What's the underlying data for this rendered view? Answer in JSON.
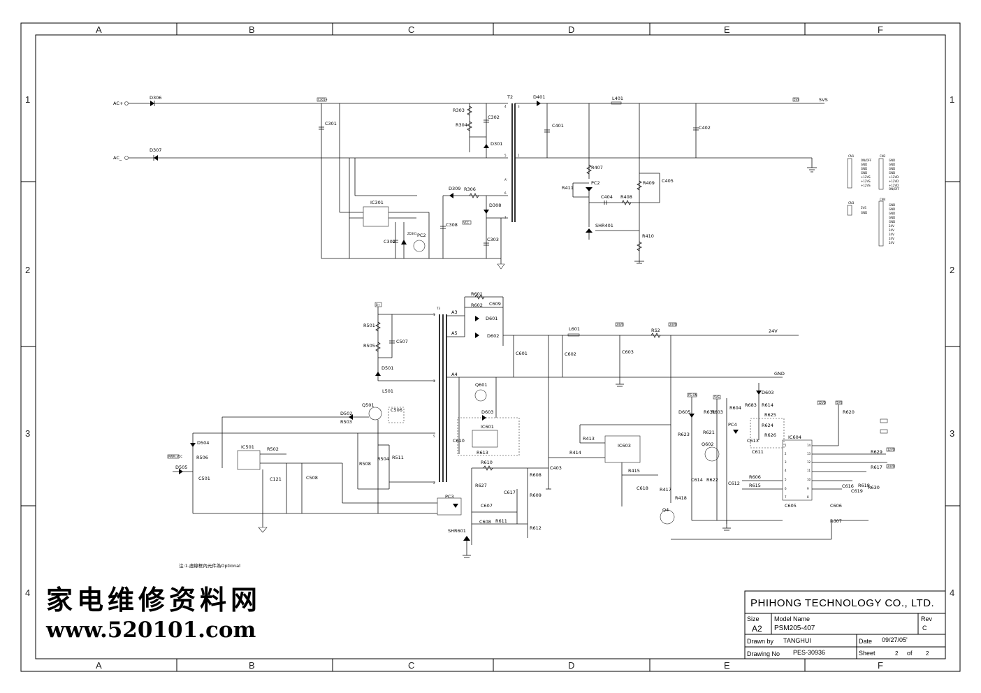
{
  "grid": {
    "columns": [
      "A",
      "B",
      "C",
      "D",
      "E",
      "F"
    ],
    "rows": [
      "1",
      "2",
      "3",
      "4"
    ]
  },
  "connectors": {
    "acplus": "AC+",
    "acminus": "AC_",
    "v5": "5VS",
    "v24": "24V",
    "gnd": "GND"
  },
  "note": "注:1.虛線框內元件為Optional",
  "title_block": {
    "company": "PHIHONG TECHNOLOGY CO., LTD.",
    "size_label": "Size",
    "size_value": "A2",
    "model_label": "Model Name",
    "model_value": "PSM205-407",
    "rev_label": "Rev",
    "rev_value": "C",
    "drawn_label": "Drawn by",
    "drawn_value": "TANGHUI",
    "date_label": "Date",
    "date_value": "09/27/05'",
    "drawing_label": "Drawing No",
    "drawing_value": "PES-30936",
    "sheet_label": "Sheet",
    "sheet_value": "2",
    "of_label": "of",
    "sheet_total": "2"
  },
  "watermark": {
    "chinese": "家电维修资料网",
    "url": "www.520101.com"
  },
  "components": {
    "D306": "D306",
    "D307": "D307",
    "C301": "C301",
    "C301p": "C301+",
    "R303": "R303",
    "R304": "R304",
    "C302": "C302",
    "D301": "D301",
    "T2": "T2",
    "D401": "D401",
    "C401": "C401",
    "L401": "L401",
    "C402": "C402",
    "R407": "R407",
    "PC2a": "PC2",
    "R411": "R411",
    "C404": "C404",
    "R408": "R408",
    "R409": "R409",
    "C405": "C405",
    "SHR401": "SHR401",
    "R410": "R410",
    "IC301": "IC301",
    "D309": "D309",
    "R306": "R306",
    "D308": "D308",
    "C308": "C308",
    "C309": "C309",
    "ZD301": "ZD301",
    "PC2b": "PC2",
    "C303": "C303",
    "VCC": "VCC",
    "R601": "R601",
    "R602": "R602",
    "C609": "C609",
    "D601": "D601",
    "D602": "D602",
    "L601": "L601",
    "RS2": "RS2",
    "C601": "C601",
    "C602": "C602",
    "C603": "C603",
    "Q601": "Q601",
    "D603": "D603",
    "IC601": "IC601",
    "C610": "C610",
    "R613": "R613",
    "R610": "R610",
    "R627": "R627",
    "C607": "C607",
    "C608": "C608",
    "R611": "R611",
    "SHR601": "SHR601",
    "R608": "R608",
    "R609": "R609",
    "R612": "R612",
    "C617": "C617",
    "C403": "C403",
    "R413": "R413",
    "R414": "R414",
    "IC603": "IC603",
    "R415": "R415",
    "C618": "C618",
    "R417": "R417",
    "R418": "R418",
    "Q4": "Q4",
    "PC3": "PC3",
    "R501": "R501",
    "R505": "R505",
    "C507": "C507",
    "D501": "D501",
    "L501": "L501",
    "Q501": "Q501",
    "C506": "C506",
    "D502": "D502",
    "R503": "R503",
    "D504": "D504",
    "IC501": "IC501",
    "R502": "R502",
    "R506": "R506",
    "D505": "D505",
    "C501": "C501",
    "C121": "C121",
    "C508": "C508",
    "R508": "R508",
    "R504": "R504",
    "R511": "R511",
    "PWMVCC": "PWM_VCC",
    "D605": "D605",
    "R623": "R623",
    "Q602": "Q602",
    "R621": "R621",
    "C614": "C614",
    "R622": "R622",
    "C612": "C612",
    "PC4": "PC4",
    "R614": "R614",
    "R625": "R625",
    "R624": "R624",
    "R626": "R626",
    "C613": "C613",
    "C611": "C611",
    "IC604": "IC604",
    "R606": "R606",
    "R615": "R615",
    "C605": "C605",
    "R620": "R620",
    "R629": "R629",
    "R617": "R617",
    "R607": "R607",
    "C606": "C606",
    "C616": "C616",
    "C619": "C619",
    "R618": "R618",
    "R630": "R630",
    "D603b": "D603",
    "R603": "R603",
    "R604": "R604",
    "R631": "R631",
    "R683": "R683",
    "A3": "A3",
    "A5": "A5",
    "A4": "A4",
    "PSON": "PS-ON",
    "V5S": "5VS",
    "V12": "12VD",
    "V24S": "24VS",
    "V24D": "24VD",
    "BPLUS": "B+",
    "CN1": "CN1",
    "CN2": "CN2",
    "CN3": "CN3",
    "CN4": "CN4"
  },
  "cn_pins": {
    "cn1": [
      "ON/OFF",
      "GND",
      "GND",
      "GND",
      "+12VS",
      "+12VS",
      "+12VS"
    ],
    "cn2": [
      "GND",
      "GND",
      "GND",
      "GND",
      "+12VD",
      "+12VD",
      "+12VD",
      "ON/OFF"
    ],
    "cn3": [
      "5VS",
      "GND"
    ],
    "cn4": [
      "GND",
      "GND",
      "GND",
      "GND",
      "GND",
      "24V",
      "24V",
      "24V",
      "24V",
      "24V"
    ]
  }
}
